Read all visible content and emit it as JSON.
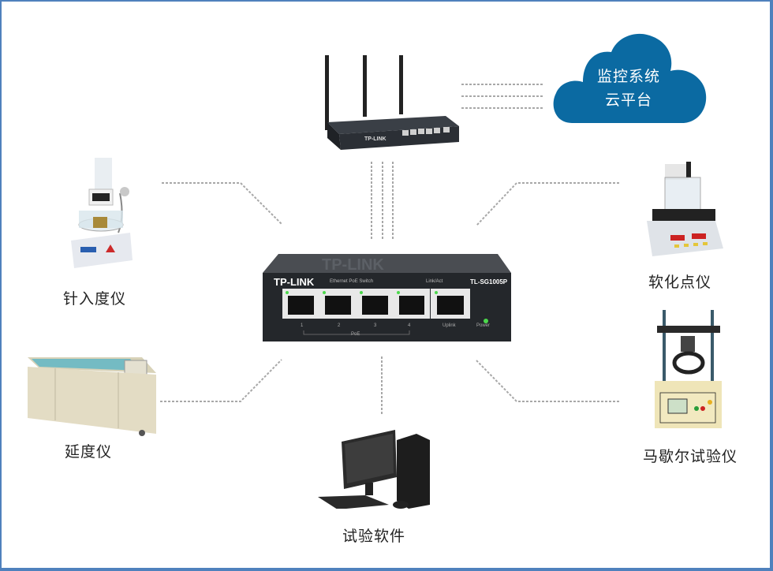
{
  "cloud": {
    "line1": "监控系统",
    "line2": "云平台",
    "color": "#0b6aa2"
  },
  "router": {
    "brand": "TP-LINK"
  },
  "switch": {
    "brand": "TP-LINK",
    "subtitle": "Ethernet PoE Switch",
    "model": "TL-SG1005P",
    "link_label": "Link/Act",
    "ports": [
      "1",
      "2",
      "3",
      "4"
    ],
    "poe_label": "PoE",
    "uplink_label": "Uplink",
    "power_label": "Power"
  },
  "devices": {
    "penetrometer": "针入度仪",
    "ductilometer": "延度仪",
    "softening_point": "软化点仪",
    "marshall": "马歇尔试验仪",
    "software": "试验软件"
  },
  "colors": {
    "border": "#4f81bd",
    "dashed_line": "#aaaaaa",
    "led_green": "#4cd84c"
  }
}
